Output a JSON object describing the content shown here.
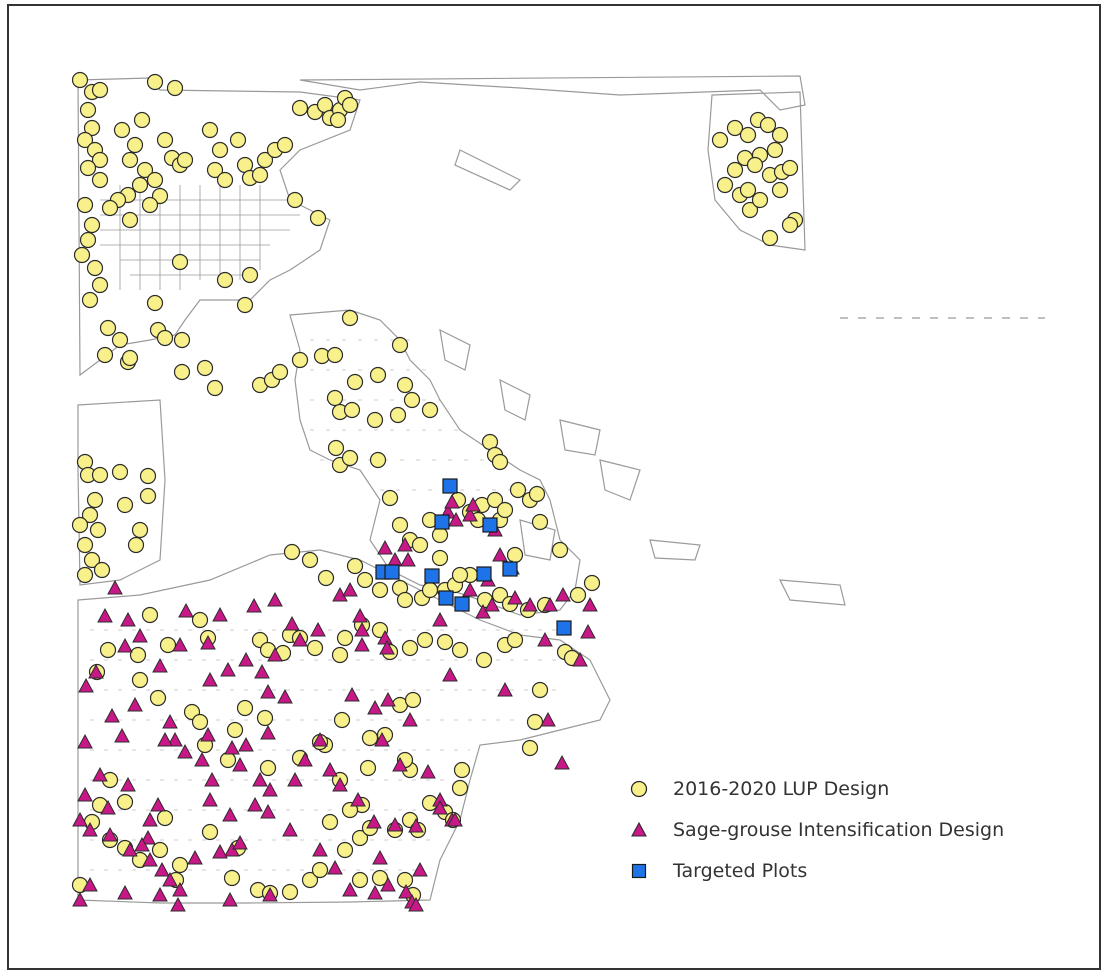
{
  "colors": {
    "lup_fill": "#f8f08a",
    "lup_stroke": "#2b2b2b",
    "sage_fill": "#c81887",
    "sage_stroke": "#2b2b2b",
    "targeted_fill": "#1e73e8",
    "targeted_stroke": "#1a1a1a",
    "boundary": "#9a9a9a"
  },
  "legend": {
    "items": [
      {
        "id": "lup",
        "label": "2016-2020 LUP Design",
        "symbol": "circle"
      },
      {
        "id": "sage",
        "label": "Sage-grouse Intensification Design",
        "symbol": "triangle"
      },
      {
        "id": "targeted",
        "label": "Targeted Plots",
        "symbol": "square"
      }
    ]
  },
  "icons": {
    "lup": "yellow-circle-icon",
    "sage": "magenta-triangle-icon",
    "targeted": "blue-square-icon"
  }
}
